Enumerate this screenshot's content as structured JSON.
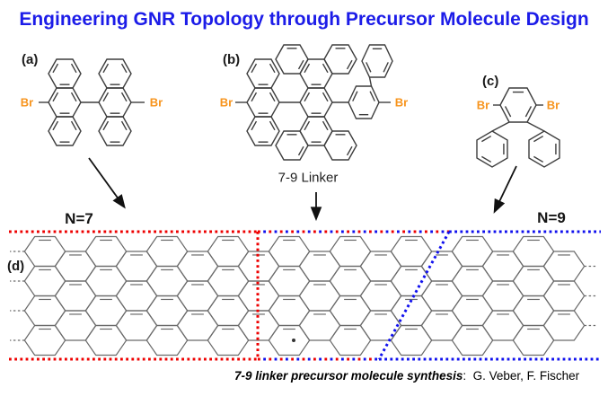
{
  "title": "Engineering GNR Topology through Precursor Molecule Design",
  "molecules": {
    "a": {
      "label": "(a)",
      "br_left": "Br",
      "br_right": "Br"
    },
    "b": {
      "label": "(b)",
      "br_left": "Br",
      "br_right": "Br",
      "caption": "7-9 Linker"
    },
    "c": {
      "label": "(c)",
      "br_left": "Br",
      "br_right": "Br"
    }
  },
  "ribbon": {
    "label": "(d)",
    "left_width_label": "N=7",
    "right_width_label": "N=9"
  },
  "footer": {
    "emphasis": "7-9 linker precursor molecule synthesis",
    "credit": ":  G. Veber, F. Fischer"
  },
  "colors": {
    "title_blue": "#1c1ce8",
    "br_orange": "#f7941d",
    "bond_gray": "#3d3d3d",
    "ribbon_gray": "#6a6a6a",
    "box_red": "#ee0000",
    "box_blue": "#1010ee",
    "arrow_black": "#111111"
  }
}
